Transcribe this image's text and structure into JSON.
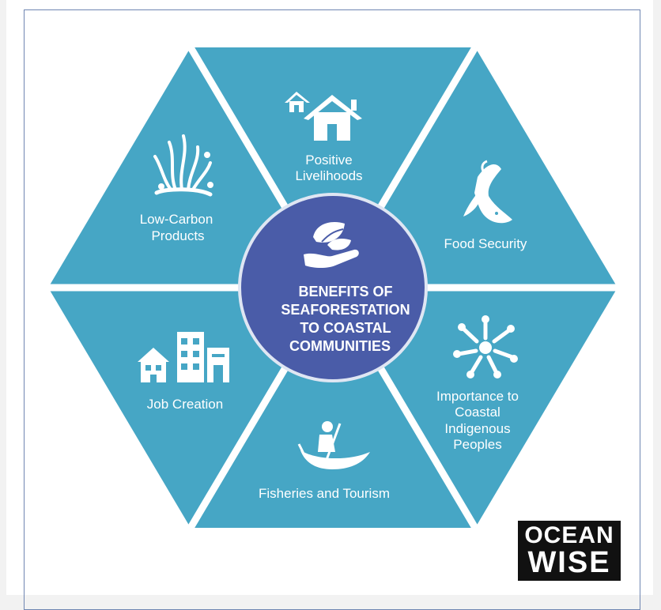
{
  "colors": {
    "segment": "#46a6c5",
    "gap": "#ffffff",
    "center": "#4a5ca8",
    "center_outline": "#dfe6f3",
    "frame": "#6f86b2",
    "logo_bg": "#111111"
  },
  "center": {
    "lines": [
      "BENEFITS OF",
      "SEAFORESTATION",
      "TO COASTAL",
      "COMMUNITIES"
    ],
    "icon": "hand-leaf-icon"
  },
  "segments": [
    {
      "lines": [
        "Positive",
        "Livelihoods"
      ],
      "icon": "houses-icon"
    },
    {
      "lines": [
        "Food Security"
      ],
      "icon": "fish-icon"
    },
    {
      "lines": [
        "Importance to",
        "Coastal",
        "Indigenous",
        "Peoples"
      ],
      "icon": "hands-circle-icon"
    },
    {
      "lines": [
        "Fisheries and Tourism"
      ],
      "icon": "canoe-icon"
    },
    {
      "lines": [
        "Job Creation"
      ],
      "icon": "buildings-icon"
    },
    {
      "lines": [
        "Low-Carbon",
        "Products"
      ],
      "icon": "seaweed-icon"
    }
  ],
  "logo": {
    "line1": "OCEAN",
    "line2": "WISE"
  }
}
